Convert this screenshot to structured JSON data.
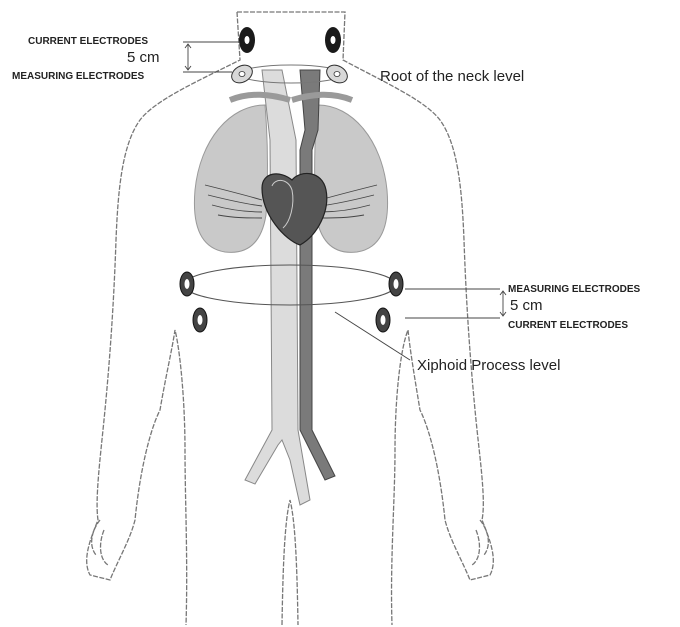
{
  "labels": {
    "neck_current": "CURRENT ELECTRODES",
    "neck_distance": "5 cm",
    "neck_measuring": "MEASURING ELECTRODES",
    "neck_level": "Root of the neck level",
    "xiphoid_measuring": "MEASURING ELECTRODES",
    "xiphoid_distance": "5 cm",
    "xiphoid_current": "CURRENT ELECTRODES",
    "xiphoid_level": "Xiphoid Process level"
  }
}
